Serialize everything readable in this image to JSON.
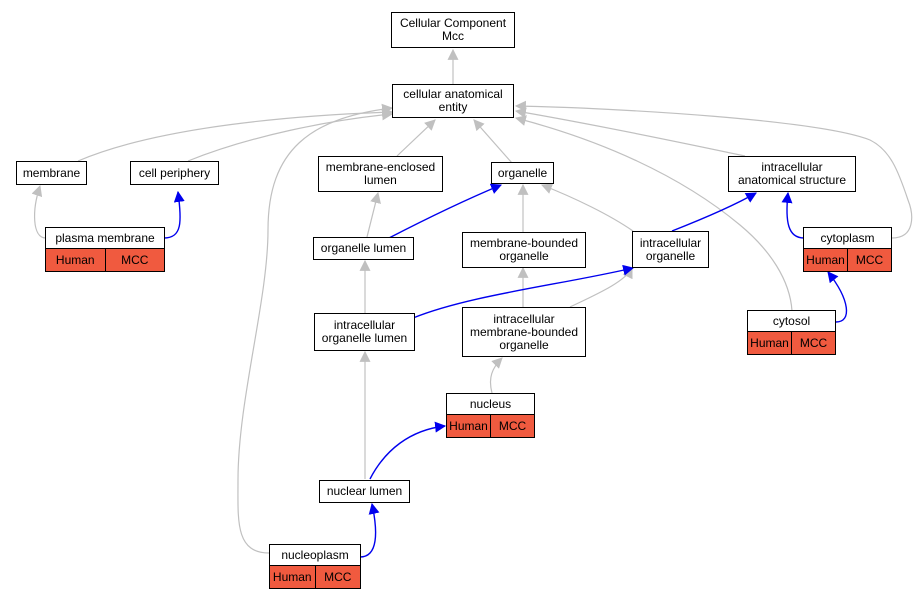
{
  "diagram": {
    "colors": {
      "is_a": "#c0c0c0",
      "part_of": "#0000ee",
      "annotation": "#f05a3f"
    },
    "nodes": {
      "root": [
        "Cellular Component",
        "Mcc"
      ],
      "cae": [
        "cellular anatomical",
        "entity"
      ],
      "membrane": [
        "membrane"
      ],
      "cell_periphery": [
        "cell periphery"
      ],
      "mel": [
        "membrane-enclosed",
        "lumen"
      ],
      "organelle": [
        "organelle"
      ],
      "ias": [
        "intracellular",
        "anatomical structure"
      ],
      "plasma_membrane": {
        "label": "plasma membrane",
        "cells": [
          "Human",
          "MCC"
        ]
      },
      "organelle_lumen": [
        "organelle lumen"
      ],
      "mbo": [
        "membrane-bounded",
        "organelle"
      ],
      "io": [
        "intracellular",
        "organelle"
      ],
      "cytoplasm": {
        "label": "cytoplasm",
        "cells": [
          "Human",
          "MCC"
        ]
      },
      "iol": [
        "intracellular",
        "organelle lumen"
      ],
      "imbo": [
        "intracellular",
        "membrane-bounded",
        "organelle"
      ],
      "cytosol": {
        "label": "cytosol",
        "cells": [
          "Human",
          "MCC"
        ]
      },
      "nucleus": {
        "label": "nucleus",
        "cells": [
          "Human",
          "MCC"
        ]
      },
      "nuclear_lumen": [
        "nuclear lumen"
      ],
      "nucleoplasm": {
        "label": "nucleoplasm",
        "cells": [
          "Human",
          "MCC"
        ]
      }
    }
  }
}
